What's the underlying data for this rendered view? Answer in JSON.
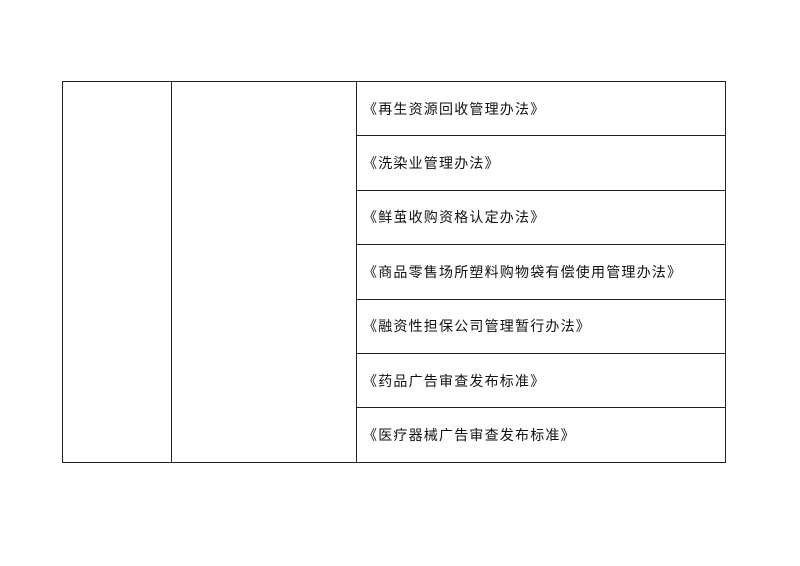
{
  "table": {
    "col_a_text": "",
    "col_b_text": "",
    "laws": [
      "《再生资源回收管理办法》",
      "《洗染业管理办法》",
      "《鲜茧收购资格认定办法》",
      "《商品零售场所塑料购物袋有偿使用管理办法》",
      "《融资性担保公司管理暂行办法》",
      "《药品广告审查发布标准》",
      "《医疗器械广告审查发布标准》"
    ]
  }
}
